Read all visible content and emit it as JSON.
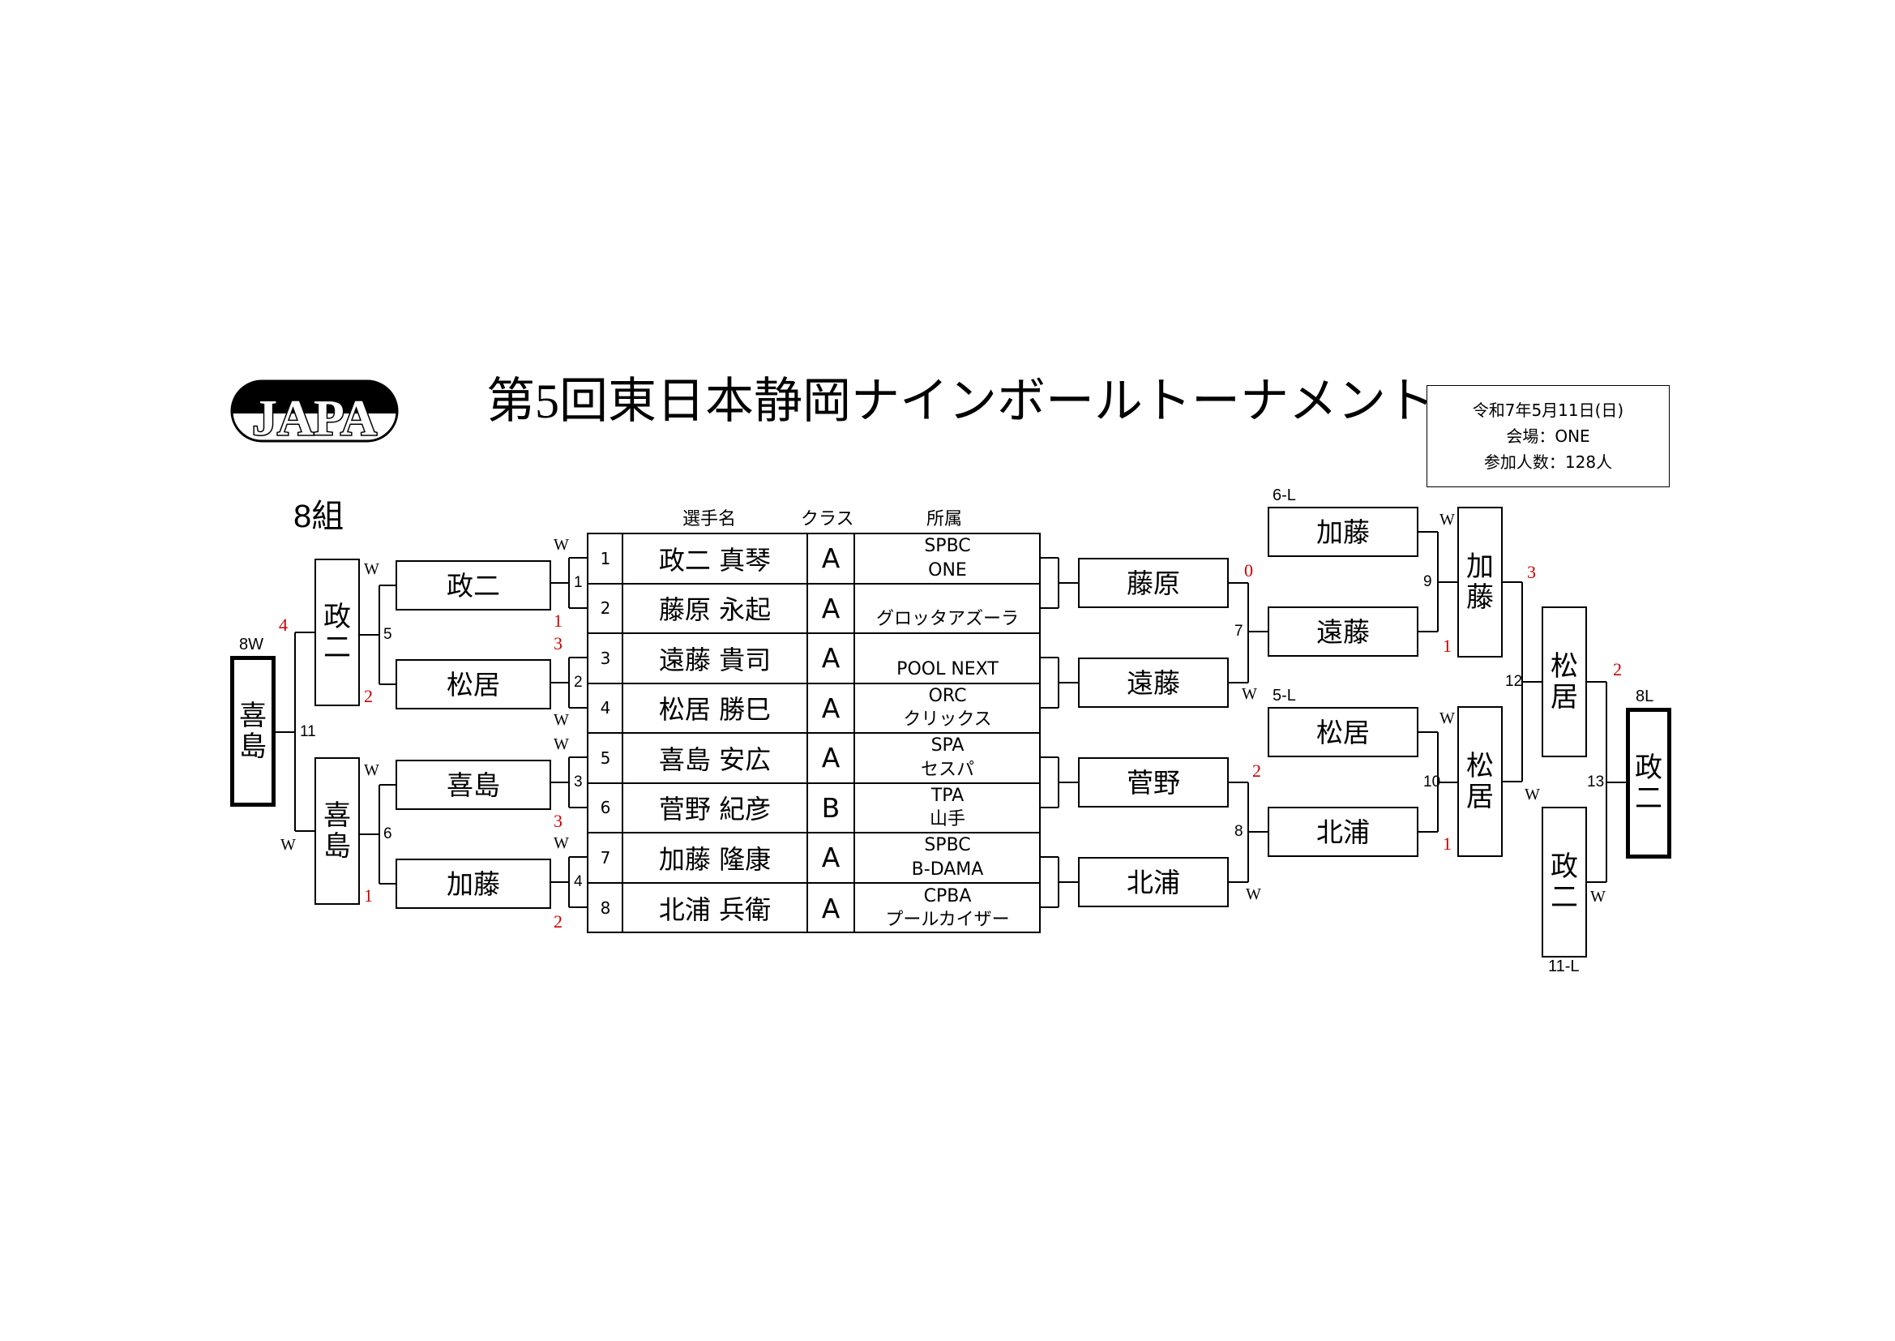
{
  "logo": {
    "text": "JAPA"
  },
  "title": "第5回東日本静岡ナインボールトーナメント",
  "info": {
    "date": "令和7年5月11日(日)",
    "venue": "会場：ONE",
    "participants": "参加人数：128人"
  },
  "group": "8組",
  "table": {
    "headers": {
      "name": "選手名",
      "class": "クラス",
      "club": "所属"
    },
    "rows": [
      {
        "seed": "1",
        "name": "政二 真琴",
        "class": "A",
        "club1": "SPBC",
        "club2": "ONE"
      },
      {
        "seed": "2",
        "name": "藤原 永起",
        "class": "A",
        "club1": "",
        "club2": "グロッタアズーラ"
      },
      {
        "seed": "3",
        "name": "遠藤 貴司",
        "class": "A",
        "club1": "",
        "club2": "POOL NEXT"
      },
      {
        "seed": "4",
        "name": "松居 勝巳",
        "class": "A",
        "club1": "ORC",
        "club2": "クリックス"
      },
      {
        "seed": "5",
        "name": "喜島 安広",
        "class": "A",
        "club1": "SPA",
        "club2": "セスパ"
      },
      {
        "seed": "6",
        "name": "菅野 紀彦",
        "class": "B",
        "club1": "TPA",
        "club2": "山手"
      },
      {
        "seed": "7",
        "name": "加藤 隆康",
        "class": "A",
        "club1": "SPBC",
        "club2": "B-DAMA"
      },
      {
        "seed": "8",
        "name": "北浦 兵衛",
        "class": "A",
        "club1": "CPBA",
        "club2": "プールカイザー"
      }
    ]
  },
  "bracket": {
    "left_r1": [
      "政二",
      "松居",
      "喜島",
      "加藤"
    ],
    "left_r2": [
      "政二",
      "喜島"
    ],
    "left_final": "喜島",
    "right_r1": [
      "藤原",
      "遠藤",
      "菅野",
      "北浦"
    ],
    "right_losers": [
      "加藤",
      "遠藤",
      "松居",
      "北浦"
    ],
    "right_r3": [
      "加藤",
      "松居"
    ],
    "right_r4": [
      "松居",
      "政二"
    ],
    "right_final": "政二",
    "labels": {
      "left_final_tag": "8W",
      "right_final_tag": "8L",
      "from_6": "6-L",
      "from_5": "5-L",
      "from_11": "11-L",
      "w": "W"
    },
    "match_numbers": {
      "m1": "1",
      "m2": "2",
      "m3": "3",
      "m4": "4",
      "m5": "5",
      "m6": "6",
      "m7": "7",
      "m8": "8",
      "m9": "9",
      "m10": "10",
      "m11": "11",
      "m12": "12",
      "m13": "13"
    },
    "scores": {
      "m1_loser": "1",
      "m2_loser": "3",
      "m3_loser": "3",
      "m4_loser": "2",
      "m5_loser": "2",
      "m6_loser": "1",
      "m11_loser": "4",
      "m7_loser": "0",
      "m8_loser": "2",
      "m9_loser": "1",
      "m10_loser": "1",
      "m12_loser": "3",
      "m13_loser": "2"
    }
  }
}
